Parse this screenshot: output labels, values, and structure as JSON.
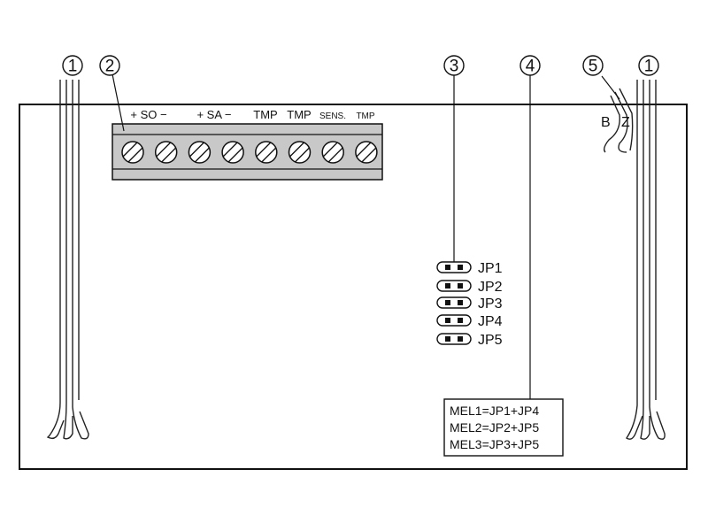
{
  "callouts": [
    "1",
    "2",
    "3",
    "4",
    "5",
    "1"
  ],
  "terminals": [
    "+ SO −",
    "+ SA −",
    "TMP",
    "TMP",
    "SENS.",
    "TMP"
  ],
  "jumpers": [
    "JP1",
    "JP2",
    "JP3",
    "JP4",
    "JP5"
  ],
  "buzzer_labels": [
    "B",
    "Z"
  ],
  "legend": [
    "MEL1=JP1+JP4",
    "MEL2=JP2+JP5",
    "MEL3=JP3+JP5"
  ],
  "screw_count": 8,
  "colors": {
    "line": "#111111",
    "terminal_block": "#c8c8c8",
    "background": "#ffffff"
  }
}
